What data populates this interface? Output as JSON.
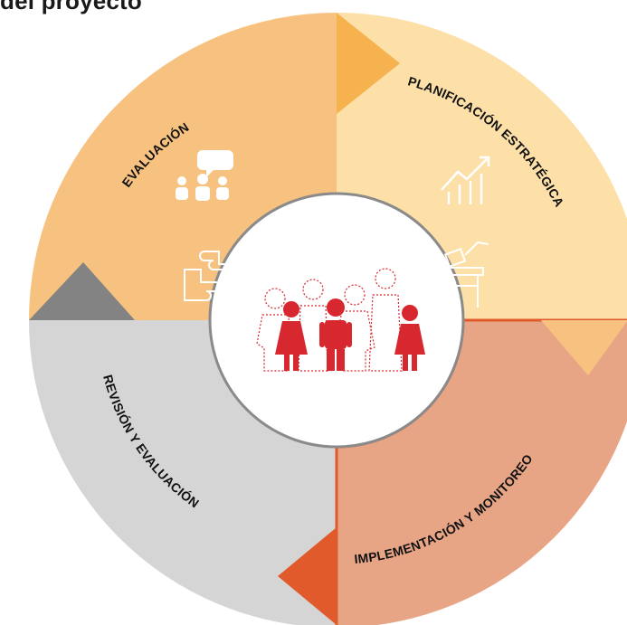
{
  "header": {
    "title": "del proyecto"
  },
  "segments": {
    "evaluacion": {
      "label": "EVALUACIÓN",
      "icon": "people-speech-icon",
      "color": "#F7C27F"
    },
    "planificacion": {
      "label": "PLANIFICACIÓN ESTRATÉGICA",
      "icon": "growth-chart-icon",
      "color": "#FDDFA8"
    },
    "implementacion": {
      "label": "IMPLEMENTACIÓN Y MONITOREO",
      "icon": "ballot-box-icon",
      "color": "#E8A586"
    },
    "revision": {
      "label": "REVISIÓN Y EVALUACIÓN",
      "icon": "handshake-icon",
      "color": "#D5D5D5"
    }
  },
  "center": {
    "icon": "family-group-icon",
    "accent": "#D7282F"
  }
}
